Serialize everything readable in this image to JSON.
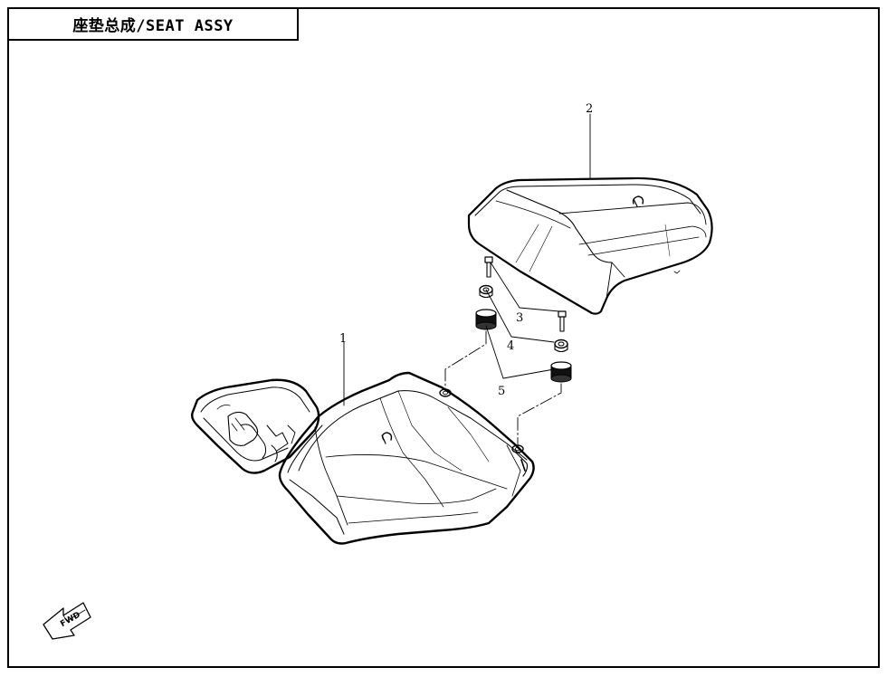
{
  "title": "座垫总成/SEAT ASSY",
  "callouts": [
    {
      "id": "1",
      "label": "1"
    },
    {
      "id": "2",
      "label": "2"
    },
    {
      "id": "3",
      "label": "3"
    },
    {
      "id": "4",
      "label": "4"
    },
    {
      "id": "5",
      "label": "5"
    }
  ],
  "fwd_label": "FWD"
}
